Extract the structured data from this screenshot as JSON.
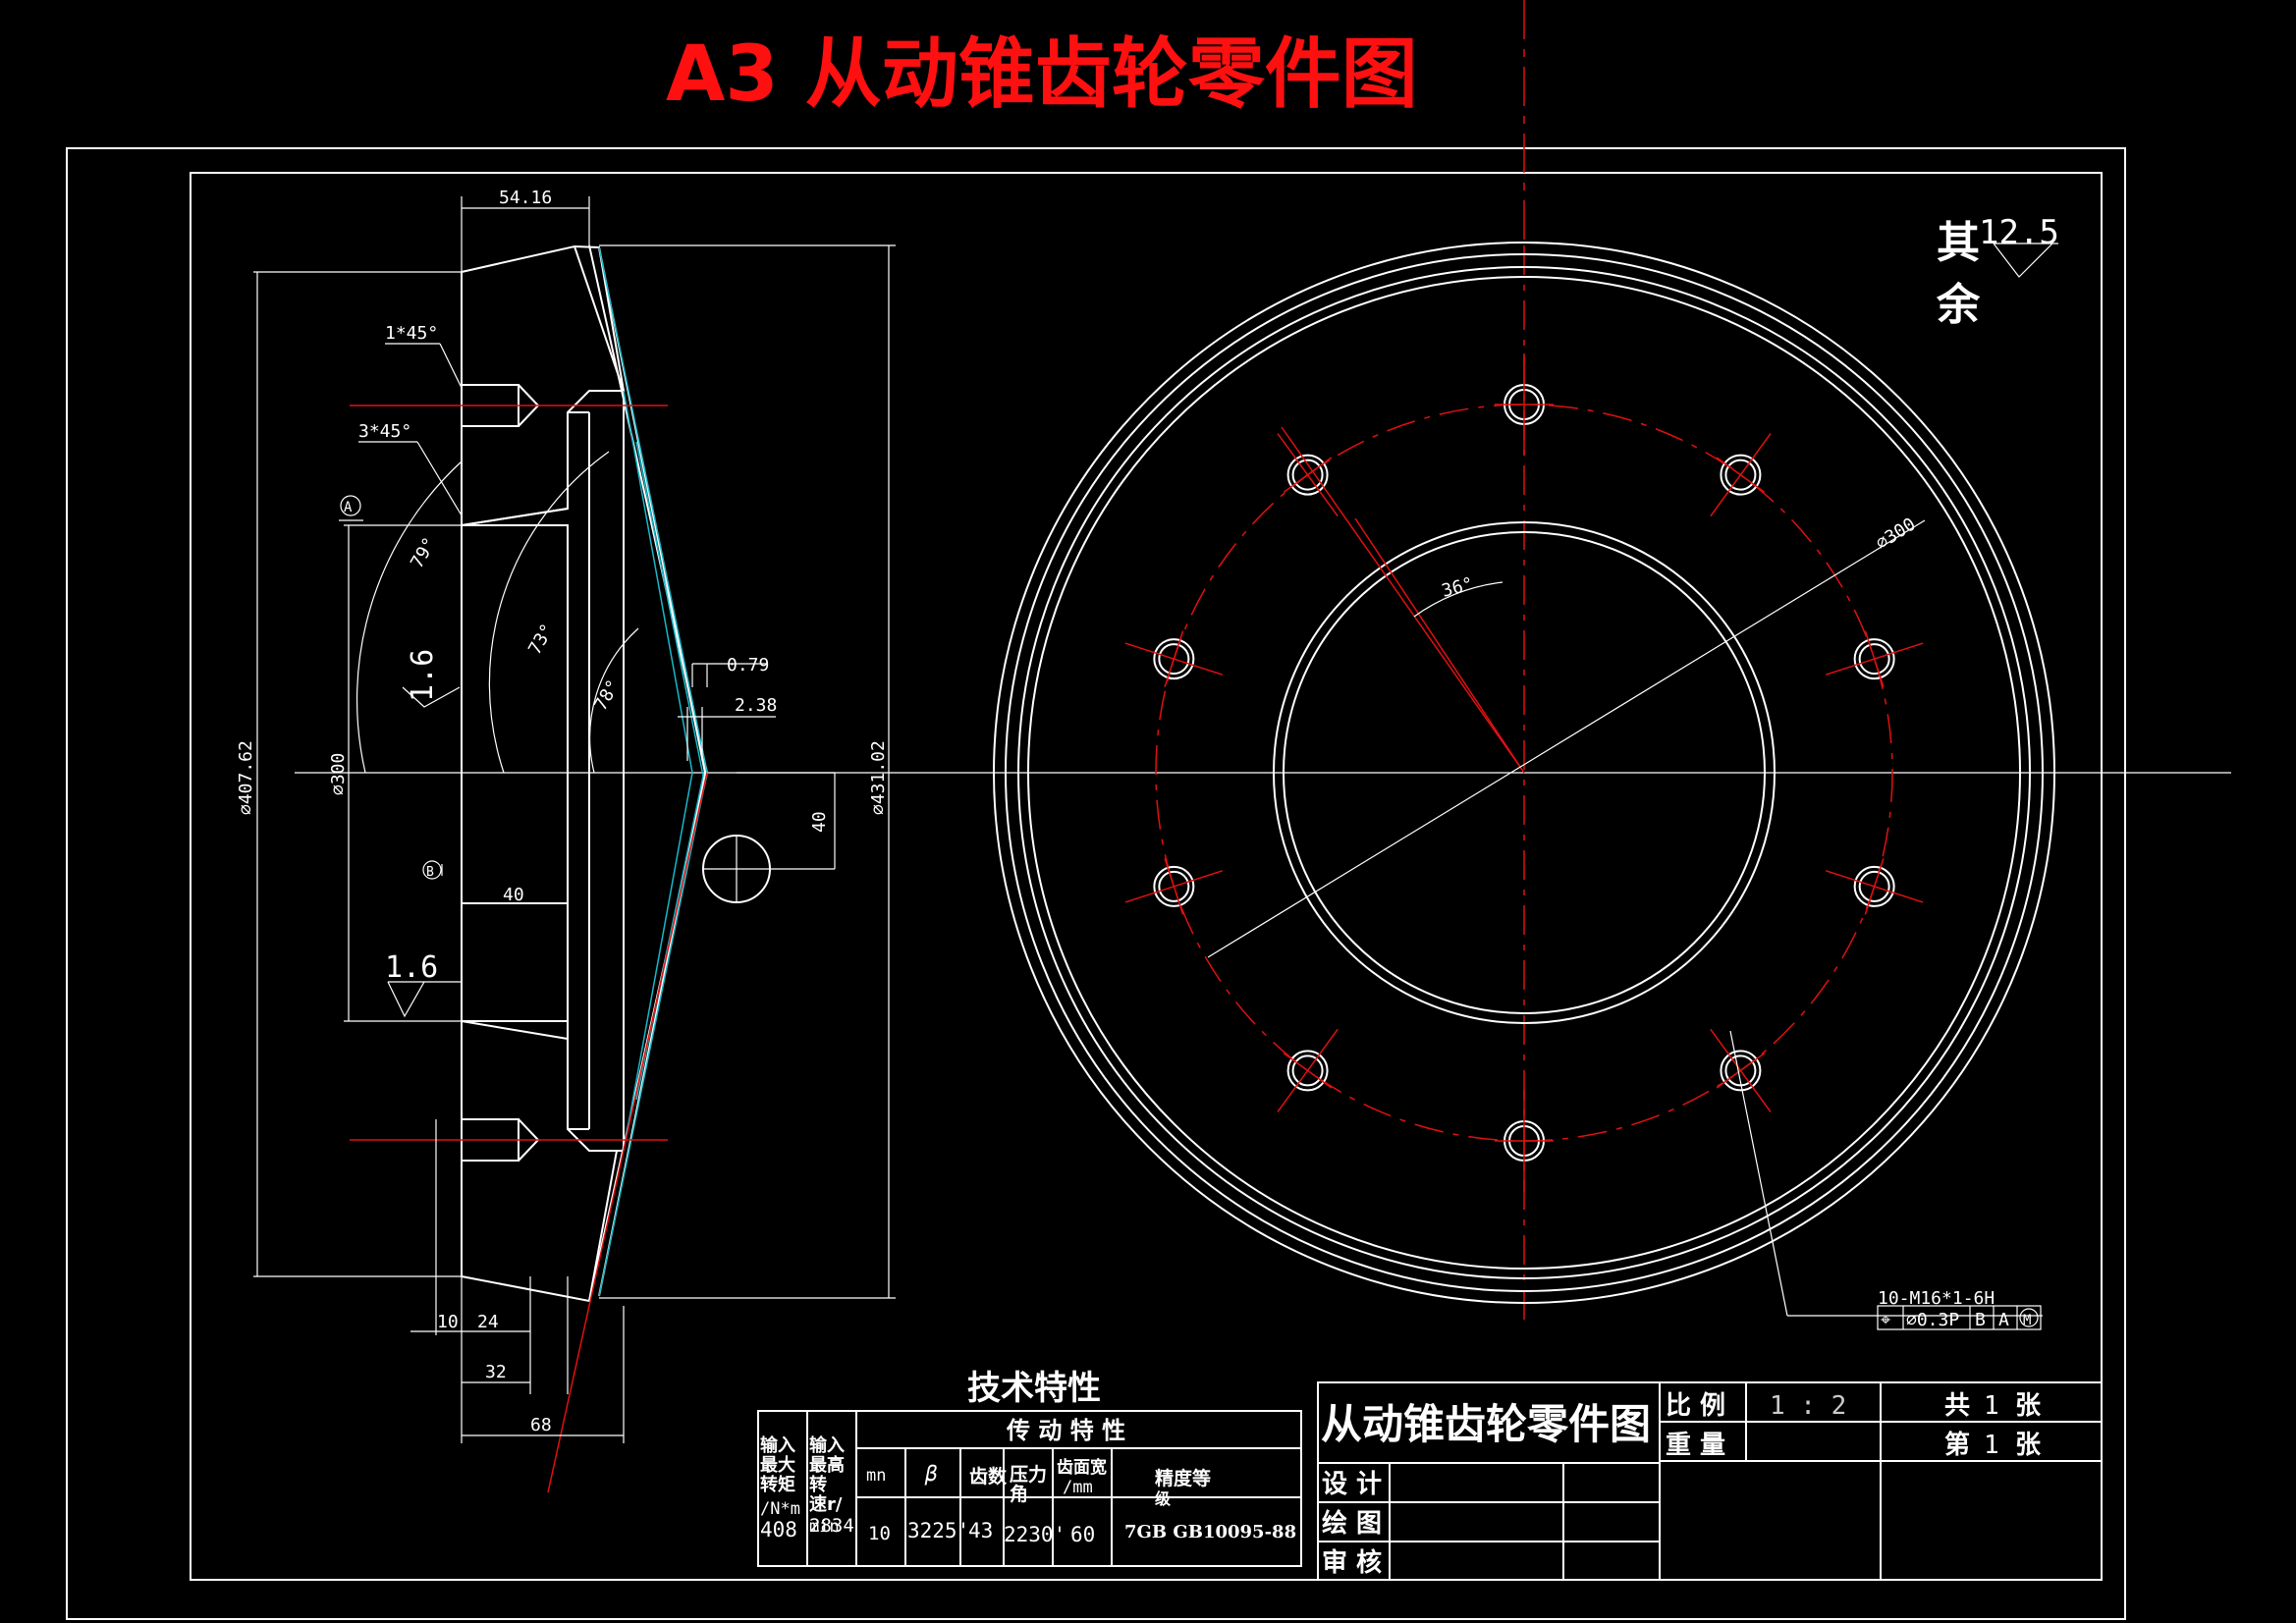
{
  "title": "A3 从动锥齿轮零件图",
  "surface_finish": {
    "label_1": "其",
    "label_2": "余",
    "value": "12.5",
    "section_1": "1.6",
    "section_2": "1.6"
  },
  "section_view": {
    "dim_top_width": "54.16",
    "chamfer_1": "1*45°",
    "chamfer_2": "3*45°",
    "datum_a": "A",
    "datum_b": "B",
    "dia_outer": "⌀407.62",
    "dia_bore": "⌀300",
    "dia_tip": "⌀431.02",
    "angle_79": "79°",
    "angle_73": "73°",
    "angle_78": "78°",
    "dim_079": "0.79",
    "dim_238": "2.38",
    "dim_40_v": "40",
    "dim_40_h": "40",
    "dim_10": "10",
    "dim_24": "24",
    "dim_32": "32",
    "dim_68": "68"
  },
  "front_view": {
    "bolt_circle": "⌀300",
    "angle": "36°",
    "thread_note": "10-M16*1-6H",
    "tolerance": {
      "symbol": "⌖",
      "value": "⌀0.3P",
      "ref_b": "B",
      "ref_a": "A",
      "ref_m": "M"
    }
  },
  "tech_table": {
    "heading": "技术特性",
    "col_input_torque": [
      "输入",
      "最大",
      "转矩",
      "/N*m"
    ],
    "col_input_speed": [
      "输入",
      "最高",
      "转",
      "速r/",
      "min"
    ],
    "group_header": "传 动 特 性",
    "col_mn": "mn",
    "col_beta": "β",
    "col_teeth": "齿数",
    "col_pressure": [
      "压力",
      "角"
    ],
    "col_face": [
      "齿面宽",
      "/mm"
    ],
    "col_grade": [
      "精度等",
      "级"
    ],
    "values": {
      "torque": "408",
      "speed": "2834",
      "mn": "10",
      "beta": "3225'",
      "teeth": "43",
      "pressure": "2230'",
      "face": "60",
      "grade": "7GB GB10095-88"
    }
  },
  "title_block": {
    "part_name": "从动锥齿轮零件图",
    "scale_label": "比 例",
    "scale_value": "1 : 2",
    "weight_label": "重 量",
    "total_label_1": "共",
    "total_value": "1",
    "total_label_2": "张",
    "sheet_label_1": "第",
    "sheet_value": "1",
    "sheet_label_2": "张",
    "design": "设 计",
    "drawing": "绘 图",
    "review": "审 核"
  }
}
